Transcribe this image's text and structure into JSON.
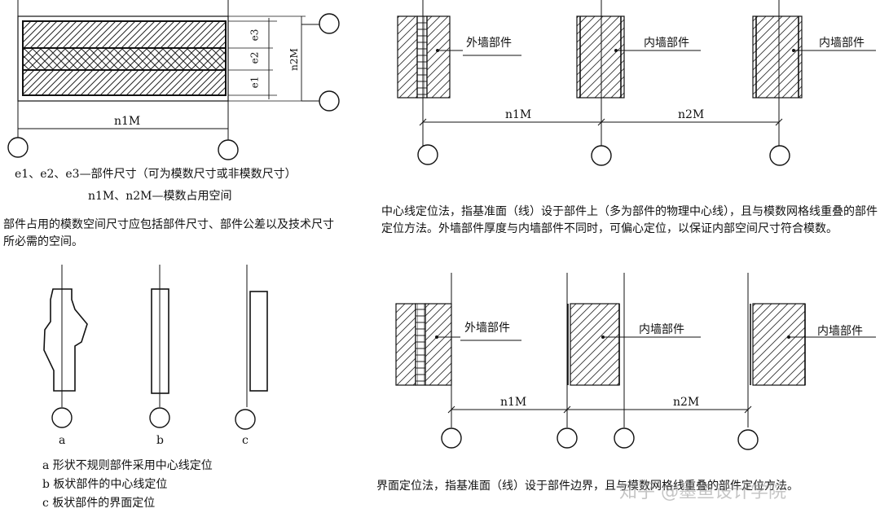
{
  "fig1": {
    "e1": "e1",
    "e2": "e2",
    "e3": "e3",
    "n2M": "n2M",
    "n1M": "n1M",
    "caption_line1": "e1、e2、e3—部件尺寸（可为模数尺寸或非模数尺寸）",
    "caption_line2": "n1M、n2M—模数占用空间"
  },
  "note_left": "部件占用的模数空间尺寸应包括部件尺寸、部件公差以及技术尺寸所必需的空间。",
  "fig2": {
    "label_a": "a",
    "label_b": "b",
    "label_c": "c",
    "legend": [
      "a 形状不规则部件采用中心线定位",
      "b 板状部件的中心线定位",
      "c 板状部件的界面定位"
    ]
  },
  "fig3": {
    "outer_wall": "外墙部件",
    "inner_wall_1": "内墙部件",
    "inner_wall_2": "内墙部件",
    "n1M": "n1M",
    "n2M": "n2M",
    "desc": "中心线定位法，指基准面（线）设于部件上（多为部件的物理中心线），且与模数网格线重叠的部件定位方法。外墙部件厚度与内墙部件不同时，可偏心定位，以保证内部空间尺寸符合模数。"
  },
  "fig4": {
    "outer_wall": "外墙部件",
    "inner_wall_1": "内墙部件",
    "inner_wall_2": "内墙部件",
    "n1M": "n1M",
    "n2M": "n2M",
    "desc": "界面定位法，指基准面（线）设于部件边界，且与模数网格线重叠的部件定位方法。"
  },
  "watermark": "知乎 @墨鱼设计学院"
}
